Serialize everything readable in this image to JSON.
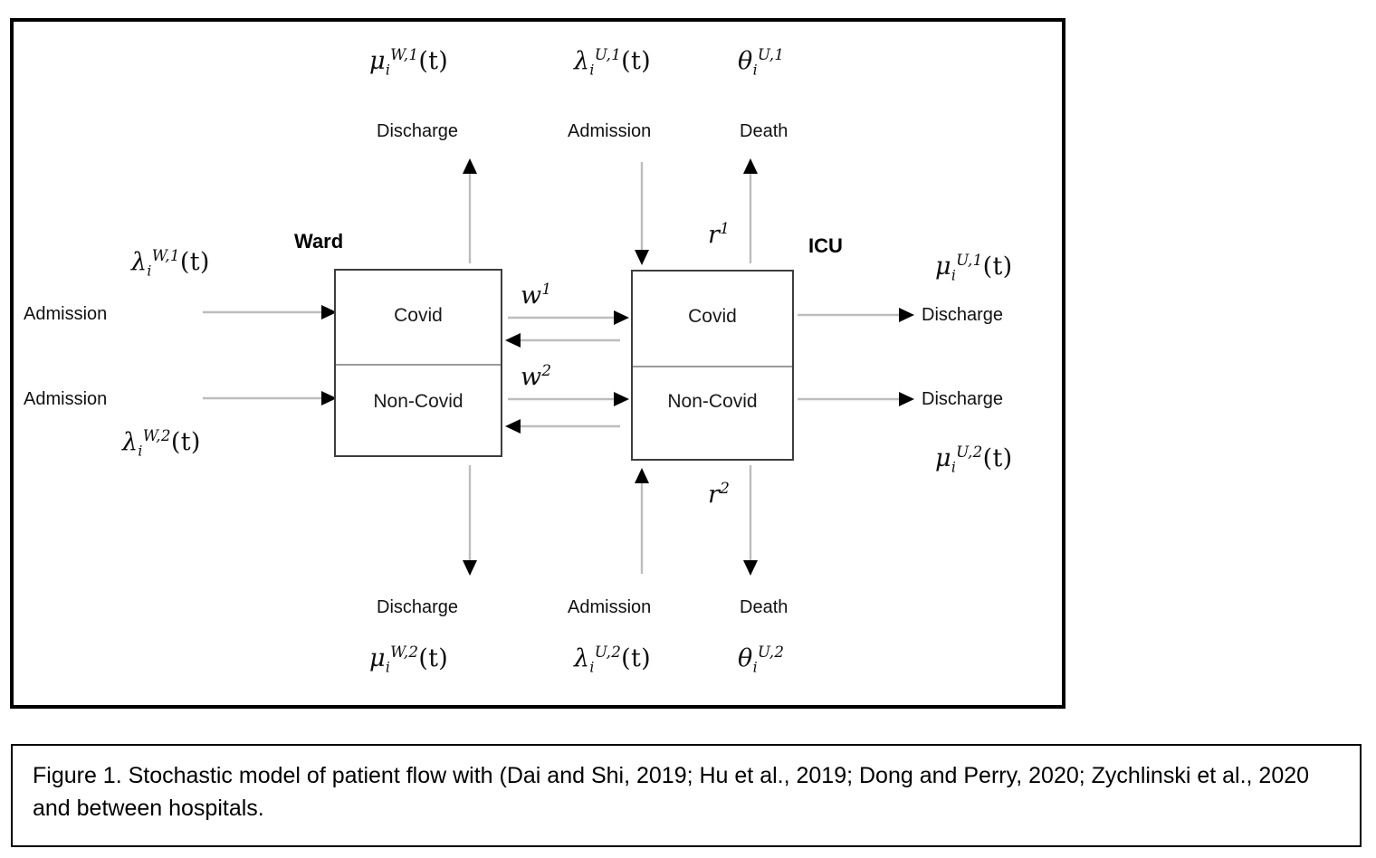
{
  "figure": {
    "ward_title": "Ward",
    "icu_title": "ICU",
    "ward": {
      "covid_label": "Covid",
      "noncovid_label": "Non-Covid"
    },
    "icu": {
      "covid_label": "Covid",
      "noncovid_label": "Non-Covid"
    },
    "top_labels": {
      "ward_discharge_rate": "μ",
      "ward_discharge_rate_sup": "W,1",
      "ward_discharge_rate_sub": "i",
      "ward_discharge_rate_arg": "(t)",
      "ward_discharge_text": "Discharge",
      "icu_admission_rate": "λ",
      "icu_admission_rate_sup": "U,1",
      "icu_admission_rate_sub": "i",
      "icu_admission_rate_arg": "(t)",
      "icu_admission_text": "Admission",
      "icu_death_rate": "θ",
      "icu_death_rate_sup": "U,1",
      "icu_death_rate_sub": "i",
      "icu_death_text": "Death"
    },
    "bottom_labels": {
      "ward_discharge_rate": "μ",
      "ward_discharge_rate_sup": "W,2",
      "ward_discharge_rate_sub": "i",
      "ward_discharge_rate_arg": "(t)",
      "ward_discharge_text": "Discharge",
      "icu_admission_rate": "λ",
      "icu_admission_rate_sup": "U,2",
      "icu_admission_rate_sub": "i",
      "icu_admission_rate_arg": "(t)",
      "icu_admission_text": "Admission",
      "icu_death_rate": "θ",
      "icu_death_rate_sup": "U,2",
      "icu_death_rate_sub": "i",
      "icu_death_text": "Death"
    },
    "left_labels": {
      "admission_1_text": "Admission",
      "ward_admission_rate_1": "λ",
      "ward_admission_rate_1_sup": "W,1",
      "ward_admission_rate_1_sub": "i",
      "ward_admission_rate_1_arg": "(t)",
      "admission_2_text": "Admission",
      "ward_admission_rate_2": "λ",
      "ward_admission_rate_2_sup": "W,2",
      "ward_admission_rate_2_sub": "i",
      "ward_admission_rate_2_arg": "(t)"
    },
    "right_labels": {
      "icu_discharge_rate_1": "μ",
      "icu_discharge_rate_1_sup": "U,1",
      "icu_discharge_rate_1_sub": "i",
      "icu_discharge_rate_1_arg": "(t)",
      "discharge_1_text": "Discharge",
      "discharge_2_text": "Discharge",
      "icu_discharge_rate_2": "μ",
      "icu_discharge_rate_2_sup": "U,2",
      "icu_discharge_rate_2_sub": "i",
      "icu_discharge_rate_2_arg": "(t)"
    },
    "transfer_labels": {
      "w1": "w",
      "w1_sup": "1",
      "w2": "w",
      "w2_sup": "2",
      "r1": "r",
      "r1_sup": "1",
      "r2": "r",
      "r2_sup": "2"
    },
    "colors": {
      "box_border": "#3d3d3d",
      "divider": "#9a9a9a",
      "arrow_line": "#bdbdbd",
      "arrow_head": "#000000",
      "frame": "#000000"
    }
  },
  "caption": {
    "text": "Figure 1.  Stochastic model of patient flow with (Dai and Shi, 2019; Hu et al., 2019; Dong and Perry, 2020; Zychlinski et al., 2020 and between hospitals."
  }
}
